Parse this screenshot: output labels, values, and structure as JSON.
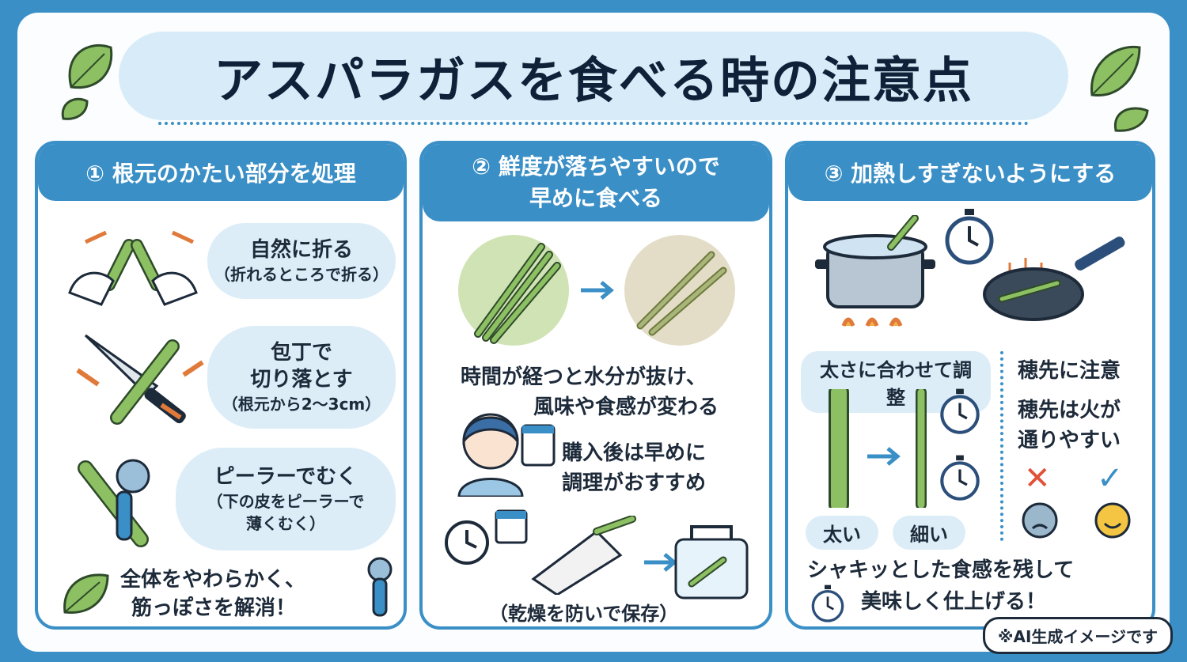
{
  "title": "アスパラガスを食べる時の注意点",
  "colors": {
    "frame": "#3a8fc6",
    "asparagus": "#7fae3e",
    "bubble": "#dcedf8",
    "arrow": "#e07a3a"
  },
  "panel1": {
    "heading": "① 根元のかたい部分を処理",
    "break": {
      "main": "自然に折る",
      "sub": "（折れるところで折る）"
    },
    "knife": {
      "main1": "包丁で",
      "main2": "切り落とす",
      "sub": "（根元から2〜3cm）"
    },
    "peeler": {
      "main": "ピーラーでむく",
      "sub1": "（下の皮をピーラーで",
      "sub2": "薄くむく）"
    },
    "summary1": "全体をやわらかく、",
    "summary2": "筋っぽさを解消！"
  },
  "panel2": {
    "heading1": "② 鮮度が落ちやすいので",
    "heading2": "早めに食べる",
    "change1": "時間が経つと水分が抜け、",
    "change2": "風味や食感が変わる",
    "advice1": "購入後は早めに",
    "advice2": "調理がおすすめ",
    "storage": "（乾燥を防いで保存）"
  },
  "panel3": {
    "heading": "③ 加熱しすぎないようにする",
    "thickness_label": "太さに合わせて調整",
    "thick": "太い",
    "thin": "細い",
    "tip_label": "穂先に注意",
    "tip1": "穂先は火が",
    "tip2": "通りやすい",
    "summary1": "シャキッとした食感を残して",
    "summary2": "美味しく仕上げる！"
  },
  "badge": "※AI生成イメージです"
}
